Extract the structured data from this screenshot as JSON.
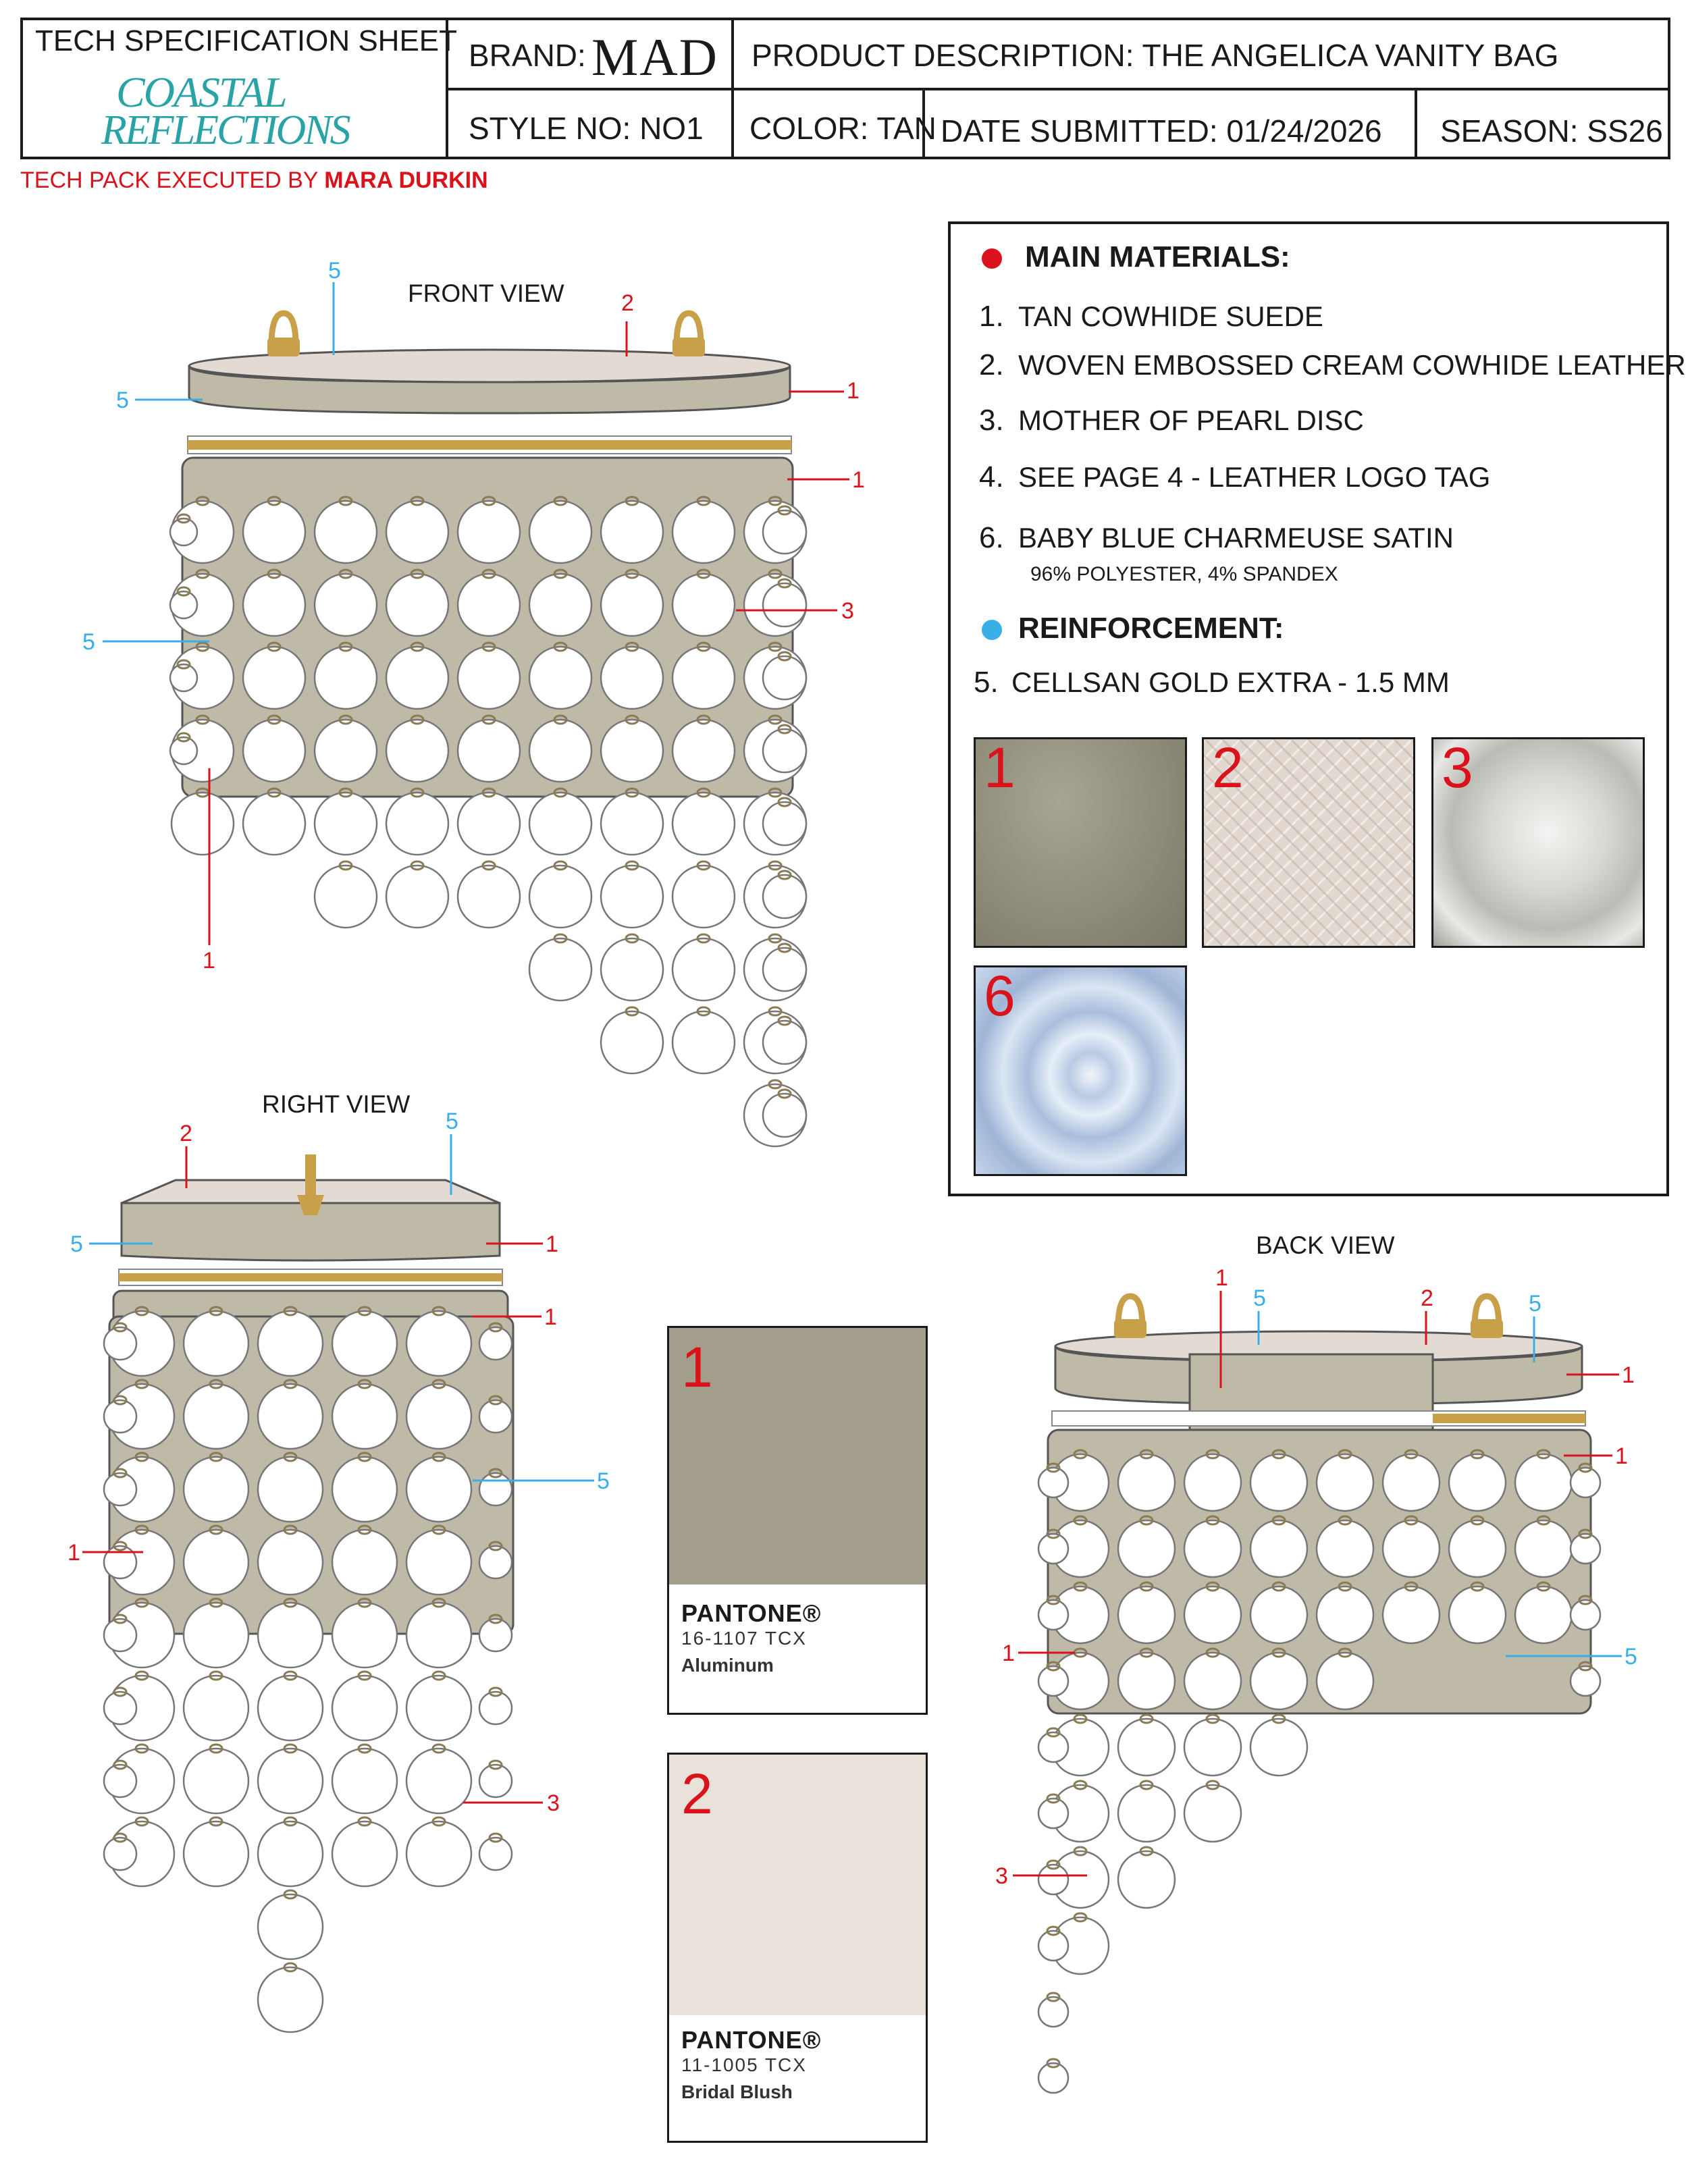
{
  "header": {
    "tech_spec_title": "TECH SPECIFICATION SHEET",
    "logo_line1": "COASTAL",
    "logo_line2": "REFLECTIONS",
    "brand_label": "BRAND:",
    "brand_value": "MAD",
    "product_description": "PRODUCT DESCRIPTION: THE ANGELICA VANITY BAG",
    "style_no": "STYLE NO: NO1",
    "color": "COLOR: TAN",
    "date_submitted": "DATE SUBMITTED: 01/24/2026",
    "season": "SEASON: SS26"
  },
  "executed_by": {
    "label": "TECH PACK EXECUTED BY ",
    "name": "MARA DURKIN"
  },
  "views": {
    "front": "FRONT VIEW",
    "right": "RIGHT VIEW",
    "back": "BACK VIEW"
  },
  "callouts": {
    "n1": "1",
    "n2": "2",
    "n3": "3",
    "n5": "5"
  },
  "materials": {
    "main_heading": "MAIN MATERIALS:",
    "items": [
      {
        "num": "1.",
        "text": "TAN COWHIDE SUEDE"
      },
      {
        "num": "2.",
        "text": "WOVEN EMBOSSED CREAM COWHIDE LEATHER"
      },
      {
        "num": "3.",
        "text": "MOTHER OF PEARL DISC"
      },
      {
        "num": "4.",
        "text": "SEE PAGE 4 - LEATHER LOGO TAG"
      },
      {
        "num": "6.",
        "text": "BABY BLUE CHARMEUSE SATIN"
      }
    ],
    "item6_sub": "96% POLYESTER, 4% SPANDEX",
    "reinforcement_heading": "REINFORCEMENT:",
    "reinforcement_item": {
      "num": "5.",
      "text": "CELLSAN GOLD EXTRA - 1.5 MM"
    },
    "swatches": [
      "1",
      "2",
      "3",
      "6"
    ]
  },
  "pantone": [
    {
      "num": "1",
      "brand": "PANTONE®",
      "code": "16-1107 TCX",
      "name": "Aluminum",
      "color": "#a39d8b"
    },
    {
      "num": "2",
      "brand": "PANTONE®",
      "code": "11-1005 TCX",
      "name": "Bridal Blush",
      "color": "#e9e2da"
    }
  ],
  "colors": {
    "suede": "#bfbaa8",
    "leather": "#e3dad3",
    "red": "#d9121b",
    "blue": "#3aaee6",
    "gold": "#c9a04a"
  }
}
